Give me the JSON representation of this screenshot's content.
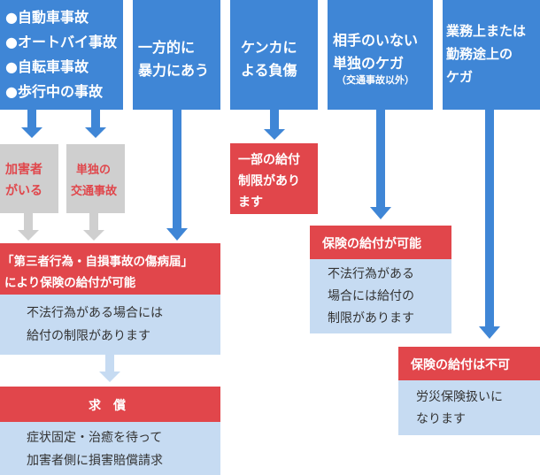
{
  "categories": {
    "traffic": [
      "●自動車事故",
      "●オートバイ事故",
      "●自転車事故",
      "●歩行中の事故"
    ],
    "violence": [
      "一方的に",
      "暴力にあう"
    ],
    "fight": [
      "ケンカに",
      "よる負傷"
    ],
    "alone": [
      "相手のいない",
      "単独のケガ"
    ],
    "alone_note": "（交通事故以外）",
    "work": [
      "業務上または",
      "勤務途上の",
      "ケガ"
    ]
  },
  "branches": {
    "perpetrator": [
      "加害者",
      "がいる"
    ],
    "single": [
      "単独の",
      "交通事故"
    ]
  },
  "results": {
    "third_party_title": [
      "「第三者行為・自損事故の傷病届」",
      "により保険の給付が可能"
    ],
    "third_party_body": [
      "不法行為がある場合には",
      "給付の制限があります"
    ],
    "claim_title": "求　償",
    "claim_body": [
      "症状固定・治癒を待って",
      "加害者側に損害賠償請求"
    ],
    "partial_title": [
      "一部の給付",
      "制限があり",
      "ます"
    ],
    "possible_title": "保険の給付が可能",
    "possible_body": [
      "不法行為がある",
      "場合には給付の",
      "制限があります"
    ],
    "impossible_title": "保険の給付は不可",
    "impossible_body": [
      "労災保険扱いに",
      "なります"
    ]
  },
  "colors": {
    "blue": "#3f86d6",
    "gray": "#cfcfcf",
    "red": "#e1464b",
    "light_blue": "#c6dbf2",
    "gray_text": "#e0474c"
  }
}
